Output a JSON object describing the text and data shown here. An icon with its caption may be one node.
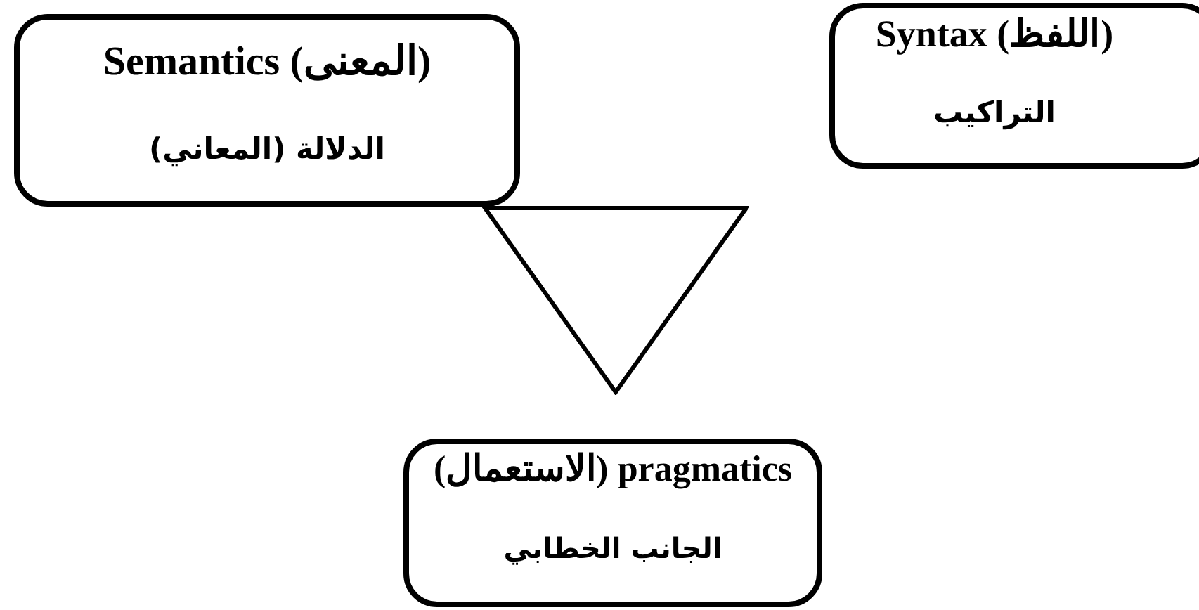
{
  "diagram": {
    "nodes": [
      {
        "text": [
          "Semantics (المعنى)",
          "الدلالة (المعاني)"
        ]
      },
      {
        "text": [
          "Syntax (اللفظ)",
          "التراكيب"
        ]
      },
      {
        "text": [],
        "shape": "triangle"
      },
      {
        "text": [
          "pragmatics (الاستعمال)",
          "الجانب الخطابي"
        ]
      }
    ],
    "edges": []
  }
}
